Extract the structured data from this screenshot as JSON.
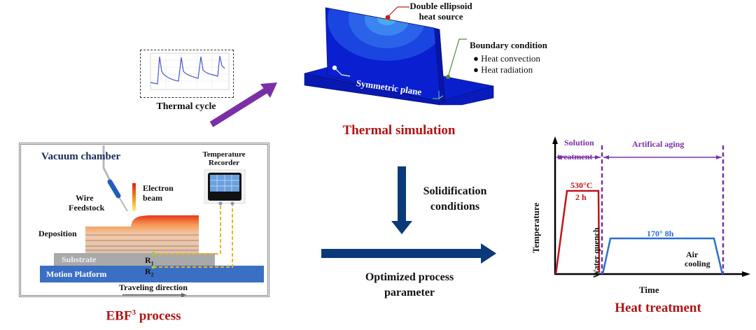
{
  "thermal_cycle": {
    "caption": "Thermal cycle"
  },
  "thermal_simulation": {
    "title": "Thermal simulation",
    "heat_source_label_line1": "Double ellipsoid",
    "heat_source_label_line2": "heat source",
    "boundary_title": "Boundary condition",
    "boundary_items": [
      "Heat convection",
      "Heat radiation"
    ],
    "symmetric_plane_label": "Symmetric plane"
  },
  "ebf3": {
    "title_prefix": "EBF",
    "title_sup": "3",
    "title_suffix": " process",
    "vacuum_chamber": "Vacuum chamber",
    "wire_line1": "Wire",
    "wire_line2": "Feedstock",
    "electron_line1": "Electron",
    "electron_line2": "beam",
    "recorder_line1": "Temperature",
    "recorder_line2": "Recorder",
    "deposition": "Deposition",
    "substrate": "Substrate",
    "motion_platform": "Motion Platform",
    "r1": "R",
    "r1_sub": "1",
    "r2": "R",
    "r2_sub": "2",
    "traveling_direction": "Traveling direction"
  },
  "flow": {
    "solidification_line1": "Solidification",
    "solidification_line2": "conditions",
    "optimized_line1": "Optimized process",
    "optimized_line2": "parameter"
  },
  "heat_treatment": {
    "title": "Heat treatment",
    "xlabel": "Time",
    "ylabel": "Temperature",
    "solution_line1": "Solution",
    "solution_line2": "treatment",
    "aging_label": "Artifical aging",
    "solution_temp": "530°C",
    "solution_time": "2 h",
    "water_quench": "Water quench",
    "aging_temp_time": "170° 8h",
    "air_line1": "Air",
    "air_line2": "cooling"
  },
  "colors": {
    "title_red": "#b01414",
    "navy": "#0b3a7a",
    "purple": "#7b2fa6",
    "sim_blue": "#0a1fd0",
    "solution_red": "#c0141c",
    "aging_blue": "#2a6fd0",
    "platform_blue": "#3a6fc4",
    "substrate_gray": "#a9a9a9",
    "wire_yellow": "#f2b21d"
  }
}
